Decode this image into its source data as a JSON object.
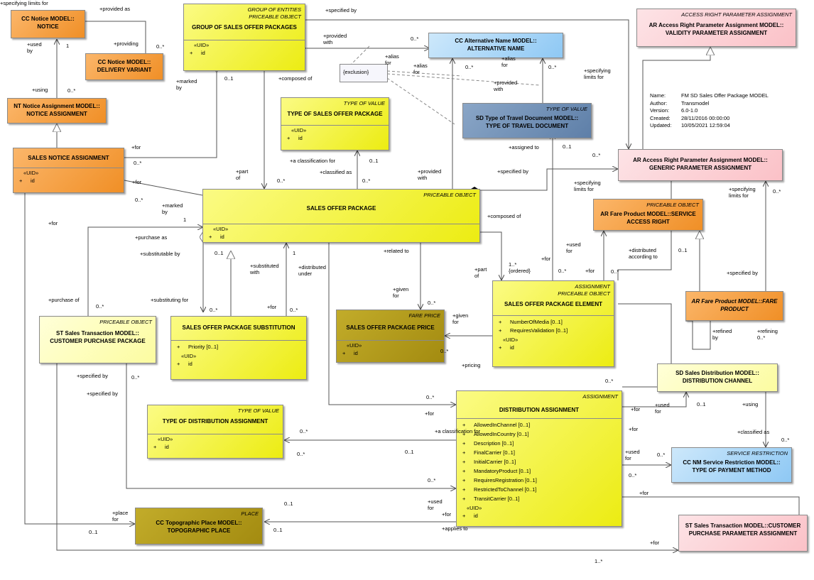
{
  "metadata": {
    "name": "FM SD Sales Offer Package MODEL",
    "author": "Transmodel",
    "version": "6.0-1.0",
    "created": "28/11/2016 00:00:00",
    "updated": "10/05/2021 12:59:04",
    "k_name": "Name:",
    "k_author": "Author:",
    "k_version": "Version:",
    "k_created": "Created:",
    "k_updated": "Updated:"
  },
  "note": "{exclusion}",
  "classes": {
    "notice": {
      "title": "CC Notice MODEL::\nNOTICE"
    },
    "delivery_variant": {
      "title": "CC Notice MODEL::\nDELIVERY VARIANT"
    },
    "notice_assignment": {
      "title": "NT Notice Assignment MODEL::\nNOTICE ASSIGNMENT"
    },
    "sales_notice_assignment": {
      "title": "SALES NOTICE ASSIGNMENT",
      "uid": "«UID»",
      "attr": "id"
    },
    "group_sales_packages": {
      "stereo": "GROUP OF ENTITIES\nPRICEABLE OBJECT",
      "title": "GROUP OF SALES OFFER PACKAGES",
      "uid": "«UID»",
      "attr": "id"
    },
    "alternative_name": {
      "title": "CC Alternative Name MODEL::\nALTERNATIVE NAME"
    },
    "type_sales_package": {
      "stereo": "TYPE OF VALUE",
      "title": "TYPE OF SALES OFFER PACKAGE",
      "uid": "«UID»",
      "attr": "id"
    },
    "travel_document": {
      "stereo": "TYPE OF VALUE",
      "title": "SD Type of Travel Document MODEL::\nTYPE OF TRAVEL DOCUMENT"
    },
    "validity_param": {
      "stereo": "ACCESS RIGHT PARAMETER ASSIGNMENT",
      "title": "AR Access Right Parameter Assignment MODEL::\nVALIDITY PARAMETER ASSIGNMENT"
    },
    "generic_param": {
      "title": "AR Access Right Parameter Assignment MODEL::\nGENERIC PARAMETER ASSIGNMENT"
    },
    "service_access_right": {
      "stereo": "PRICEABLE OBJECT",
      "title": "AR Fare Product MODEL::SERVICE\nACCESS RIGHT"
    },
    "fare_product": {
      "title": "AR Fare Product MODEL::FARE\nPRODUCT"
    },
    "sales_offer_package": {
      "stereo": "PRICEABLE OBJECT",
      "title": "SALES OFFER PACKAGE",
      "uid": "«UID»",
      "attr": "id"
    },
    "package_element": {
      "stereo": "ASSIGNMENT\nPRICEABLE OBJECT",
      "title": "SALES OFFER PACKAGE ELEMENT",
      "attrs": [
        "NumberOfMedia [0..1]",
        "RequiresValidation [0..1]"
      ],
      "uid": "«UID»",
      "attr": "id"
    },
    "package_price": {
      "stereo": "FARE PRICE",
      "title": "SALES OFFER PACKAGE PRICE",
      "uid": "«UID»",
      "attr": "id"
    },
    "customer_purchase_package": {
      "stereo": "PRICEABLE OBJECT",
      "title": "ST Sales Transaction MODEL::\nCUSTOMER PURCHASE PACKAGE"
    },
    "package_substitution": {
      "title": "SALES OFFER PACKAGE SUBSTITUTION",
      "attrs": [
        "Priority [0..1]"
      ],
      "uid": "«UID»",
      "attr": "id"
    },
    "type_distribution_assignment": {
      "stereo": "TYPE OF VALUE",
      "title": "TYPE OF DISTRIBUTION ASSIGNMENT",
      "uid": "«UID»",
      "attr": "id"
    },
    "distribution_assignment": {
      "stereo": "ASSIGNMENT",
      "title": "DISTRIBUTION ASSIGNMENT",
      "attrs": [
        "AllowedInChannel [0..1]",
        "AllowedInCountry [0..1]",
        "Description [0..1]",
        "FinalCarrier [0..1]",
        "InitialCarrier [0..1]",
        "MandatoryProduct [0..1]",
        "RequiresRegistration [0..1]",
        "RestrictedToChannel [0..1]",
        "TransitCarrier [0..1]"
      ],
      "uid": "«UID»",
      "attr": "id"
    },
    "distribution_channel": {
      "title": "SD Sales Distribution MODEL::\nDISTRIBUTION CHANNEL"
    },
    "payment_method": {
      "stereo": "SERVICE RESTRICTION",
      "title": "CC NM Service Restriction MODEL::\nTYPE OF PAYMENT METHOD"
    },
    "topographic_place": {
      "stereo": "PLACE",
      "title": "CC Topographic Place MODEL::\nTOPOGRAPHIC PLACE"
    },
    "purchase_param": {
      "title": "ST Sales Transaction MODEL::CUSTOMER\nPURCHASE PARAMETER ASSIGNMENT"
    }
  },
  "plus": "+",
  "labels": [
    "+provided as",
    "+providing",
    "0..*",
    "+used\nby",
    "1",
    "+using",
    "0..*",
    "+specified by",
    "+provided\nwith",
    "0..*",
    "+alias\nfor",
    "+alias\nfor",
    "+alias\nfor",
    "+provided\nwith",
    "0..*",
    "0..*",
    "+marked\nby",
    "0..1",
    "+composed of",
    "+specifying\nlimits for",
    "+for",
    "0..*",
    "+part\nof",
    "0..*",
    "+a classification for",
    "+classified as",
    "0..1",
    "0..*",
    "+assigned to",
    "0..1",
    "0..*",
    "+provided\nwith",
    "+specified by",
    "+for",
    "0..*",
    "+marked\nby",
    "1",
    "+specifying\nlimits for",
    "+specifying\nlimits for",
    "0..*",
    "+for",
    "+purchase as",
    "+composed of",
    "+substitutable by",
    "0..1",
    "1",
    "+substituted\nwith",
    "+distributed\nunder",
    "+related to",
    "+part\nof",
    "1..*\n{ordered}",
    "+for",
    "0..*",
    "+used\nfor",
    "+for",
    "0..*",
    "+distributed\naccording to",
    "0..1",
    "+specified by",
    "+purchase of",
    "0..*",
    "+substituting for",
    "0..*",
    "+for",
    "0..*",
    "+given\nfor",
    "0..*",
    "+given\nfor",
    "0..*",
    "+pricing",
    "+refined\nby",
    "+refining\n0..*",
    "+specified by",
    "0..*",
    "+specified by",
    "0..*",
    "+for",
    "0..*",
    "+for",
    "+used\nfor",
    "0..1",
    "+using",
    "0..*",
    "+a classification for",
    "0..*",
    "0..1",
    "+classified as",
    "0..*",
    "+used\nfor",
    "0..*",
    "+for",
    "0..*",
    "+for",
    "0..*",
    "+used\nfor",
    "0..1",
    "+for",
    "+place\nfor",
    "0..1",
    "0..1",
    "+applies to",
    "+for",
    "1..*",
    "+specifying limits for"
  ]
}
